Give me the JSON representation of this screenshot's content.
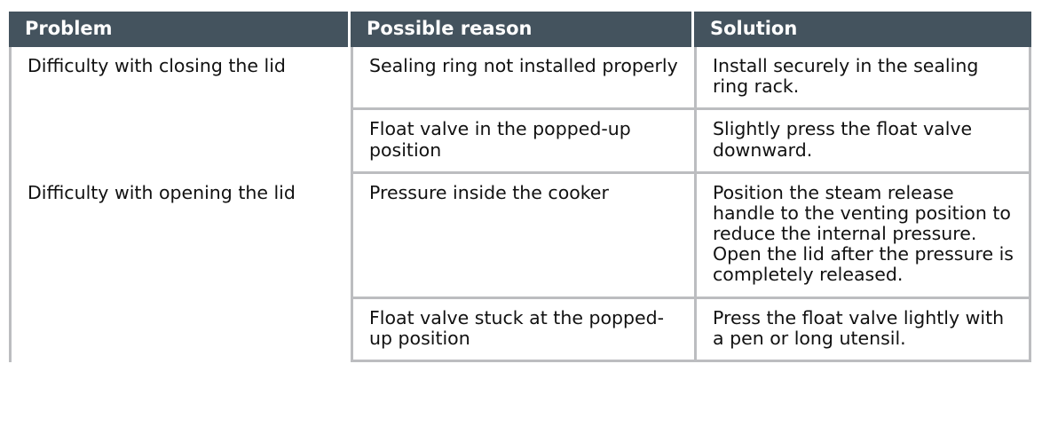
{
  "table": {
    "name": "troubleshooting-table",
    "colors": {
      "header_background": "#44535e",
      "header_text": "#ffffff",
      "border": "#bcbdc0",
      "cell_background": "#ffffff",
      "cell_text": "#111111"
    },
    "columns": [
      {
        "key": "problem",
        "label": "Problem"
      },
      {
        "key": "reason",
        "label": "Possible reason"
      },
      {
        "key": "solution",
        "label": "Solution"
      }
    ],
    "rows": [
      {
        "problem": "Difficulty with closing the lid",
        "problem_rowspan": 2,
        "reason": "Sealing ring not installed properly",
        "solution": "Install securely in the sealing ring rack."
      },
      {
        "problem": null,
        "reason": "Float valve in the popped-up position",
        "solution": "Slightly press the float valve downward."
      },
      {
        "problem": "Difficulty with opening the lid",
        "problem_rowspan": 2,
        "reason": "Pressure inside the cooker",
        "solution": "Position the steam release handle to the venting position to reduce the internal pressure. Open the lid after the pressure is completely released."
      },
      {
        "problem": null,
        "reason": "Float valve stuck at the popped-up position",
        "solution": "Press the float valve lightly with a pen or long utensil."
      }
    ]
  }
}
